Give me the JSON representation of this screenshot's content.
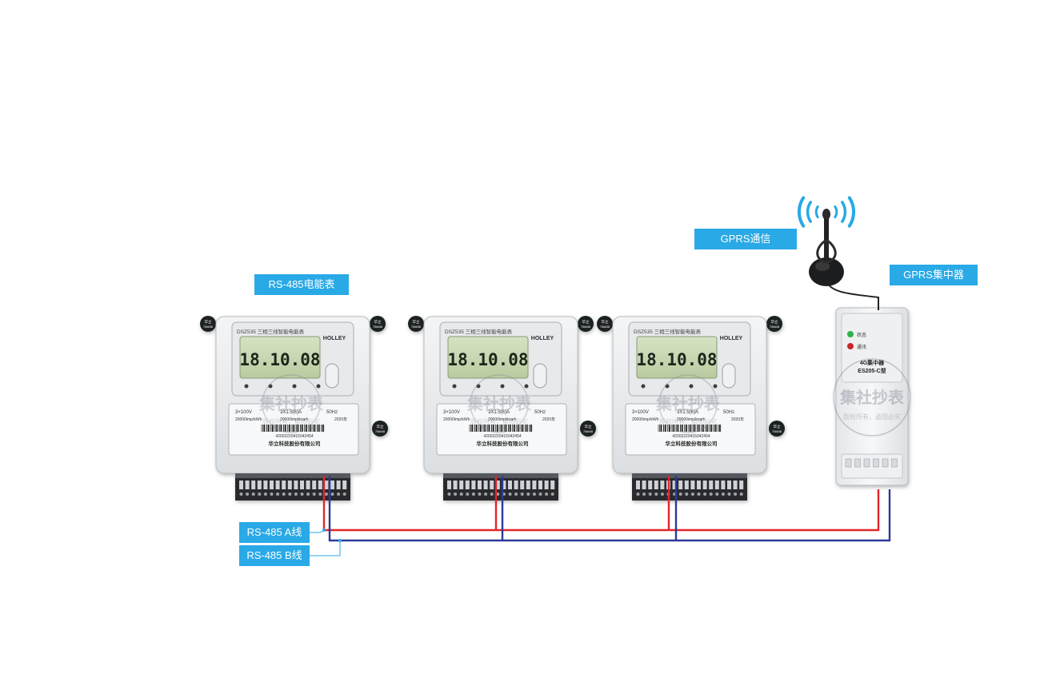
{
  "labels": {
    "meter": "RS-485电能表",
    "gprs_comm": "GPRS通信",
    "concentrator": "GPRS集中器",
    "line_a": "RS-485 A线",
    "line_b": "RS-485 B线"
  },
  "meter": {
    "model": "DSZ535  三相三线智能电能表",
    "brand": "HOLLEY",
    "reading": "18.10.08",
    "voltage": "3×100V",
    "current": "3X1.5(6)A",
    "freq": "50Hz",
    "const_active": "20000imp/kWh",
    "const_reactive": "20000imp/kvarh",
    "year": "2020年",
    "serial": "42002220415042454",
    "company": "华立科技股份有限公司",
    "seal_top": "华立",
    "seal_bottom": "75##38",
    "count": 3
  },
  "concentrator": {
    "led_status": "状态",
    "led_comm": "通讯",
    "title": "4G集中器",
    "model": "ES205-C型"
  },
  "watermark": {
    "main": "集社抄表",
    "sub": "版权所有，盗图必究"
  },
  "colors": {
    "label_bg": "#29a9e6",
    "wire_a": "#e0262b",
    "wire_b": "#2b3a9a",
    "lcd": "#c9d8b6"
  }
}
